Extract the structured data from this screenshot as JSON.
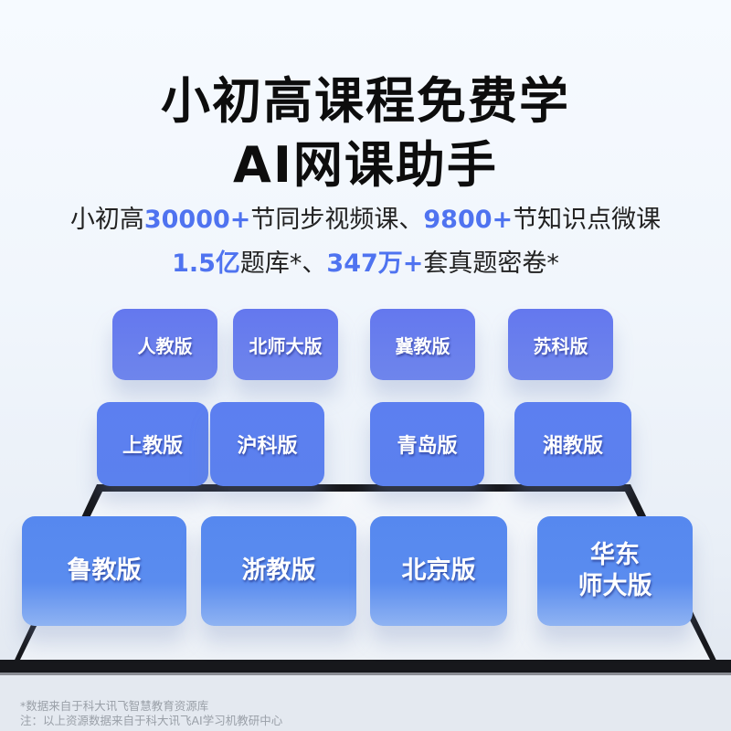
{
  "headline": {
    "line1": "小初高课程免费学",
    "line2": "AI网课助手"
  },
  "subheading": {
    "line1": {
      "prefix": "小初高",
      "stat1": "30000+",
      "mid": "节同步视频课、",
      "stat2": "9800+",
      "suffix": "节知识点微课"
    },
    "line2": {
      "stat1": "1.5亿",
      "mid": "题库*、",
      "stat2": "347万+",
      "suffix": "套真题密卷*"
    }
  },
  "textbook_editions": {
    "row1": [
      "人教版",
      "北师大版",
      "冀教版",
      "苏科版"
    ],
    "row2": [
      "上教版",
      "沪科版",
      "青岛版",
      "湘教版"
    ],
    "row3": [
      "鲁教版",
      "浙教版",
      "北京版",
      "华东\n师大版"
    ]
  },
  "footnotes": {
    "line1": "*数据来自于科大讯飞智慧教育资源库",
    "line2": "注：以上资源数据来自于科大讯飞AI学习机教研中心"
  },
  "colors": {
    "accent": "#4f73f0",
    "tile_top": "#6478ee",
    "tile_bottom": "#5688ef",
    "frame": "#17181c"
  }
}
